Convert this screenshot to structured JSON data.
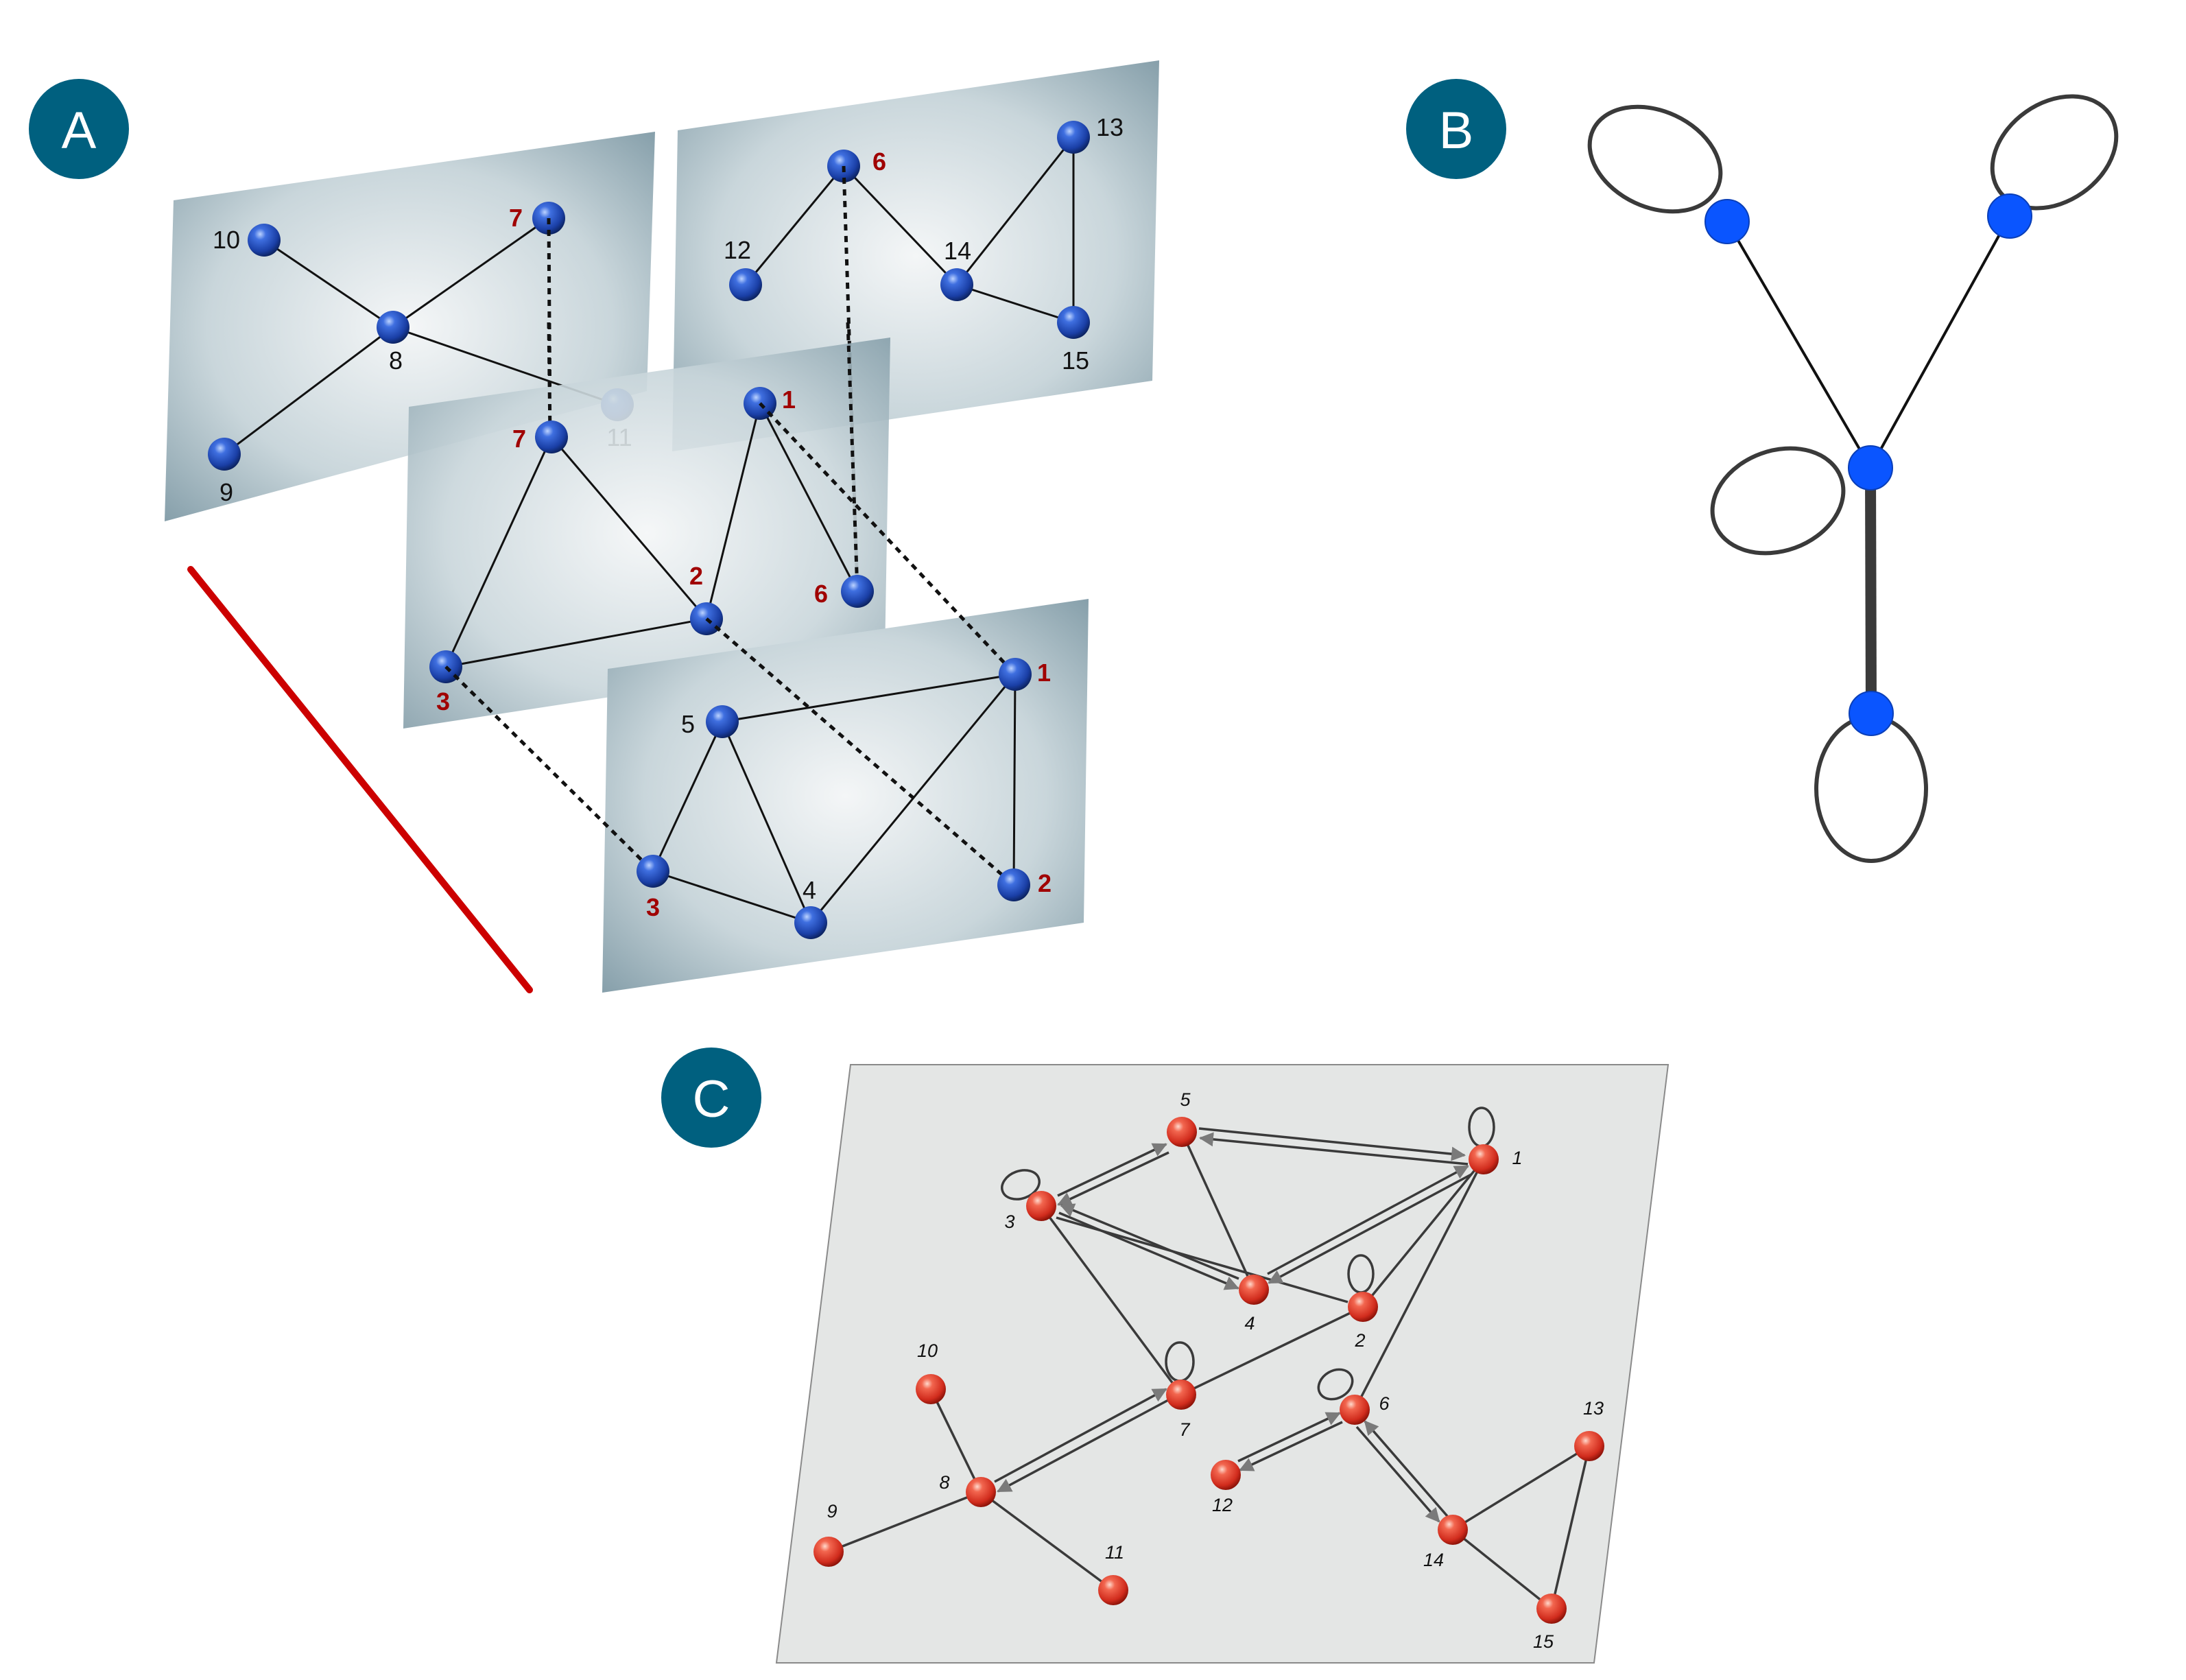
{
  "colors": {
    "badge": "#00607f",
    "layer_node": "#1744b8",
    "layer_label_red": "#a00000",
    "red_line": "#cc0000",
    "b_node": "#0a55ff",
    "c_node": "#e23a2a",
    "c_plane": "#e4e6e5"
  },
  "panels": {
    "a": {
      "badge": "A"
    },
    "b": {
      "badge": "B"
    },
    "c": {
      "badge": "C"
    }
  },
  "panel_a": {
    "layers": [
      {
        "name": "layer-top-left",
        "nodes": [
          {
            "id": "10",
            "label": "10",
            "shared": false
          },
          {
            "id": "7",
            "label": "7",
            "shared": true
          },
          {
            "id": "8",
            "label": "8",
            "shared": false
          },
          {
            "id": "11",
            "label": "11",
            "shared": false
          },
          {
            "id": "9",
            "label": "9",
            "shared": false
          }
        ],
        "edges": [
          [
            "10",
            "8"
          ],
          [
            "8",
            "7"
          ],
          [
            "8",
            "11"
          ],
          [
            "8",
            "9"
          ]
        ]
      },
      {
        "name": "layer-top-right",
        "nodes": [
          {
            "id": "6",
            "label": "6",
            "shared": true
          },
          {
            "id": "13",
            "label": "13",
            "shared": false
          },
          {
            "id": "12",
            "label": "12",
            "shared": false
          },
          {
            "id": "14",
            "label": "14",
            "shared": false
          },
          {
            "id": "15",
            "label": "15",
            "shared": false
          }
        ],
        "edges": [
          [
            "6",
            "12"
          ],
          [
            "6",
            "14"
          ],
          [
            "13",
            "14"
          ],
          [
            "13",
            "15"
          ],
          [
            "14",
            "15"
          ]
        ]
      },
      {
        "name": "layer-middle",
        "nodes": [
          {
            "id": "1",
            "label": "1",
            "shared": true
          },
          {
            "id": "7",
            "label": "7",
            "shared": true
          },
          {
            "id": "2",
            "label": "2",
            "shared": true
          },
          {
            "id": "6",
            "label": "6",
            "shared": true
          },
          {
            "id": "3",
            "label": "3",
            "shared": true
          }
        ],
        "edges": [
          [
            "7",
            "3"
          ],
          [
            "7",
            "2"
          ],
          [
            "3",
            "2"
          ],
          [
            "2",
            "1"
          ],
          [
            "1",
            "6"
          ]
        ]
      },
      {
        "name": "layer-bottom",
        "nodes": [
          {
            "id": "5",
            "label": "5",
            "shared": false
          },
          {
            "id": "1",
            "label": "1",
            "shared": true
          },
          {
            "id": "3",
            "label": "3",
            "shared": true
          },
          {
            "id": "4",
            "label": "4",
            "shared": false
          },
          {
            "id": "2",
            "label": "2",
            "shared": true
          }
        ],
        "edges": [
          [
            "5",
            "1"
          ],
          [
            "5",
            "3"
          ],
          [
            "5",
            "4"
          ],
          [
            "3",
            "4"
          ],
          [
            "4",
            "1"
          ],
          [
            "1",
            "2"
          ]
        ]
      }
    ],
    "interlayer_links": [
      {
        "from": "7",
        "to": "7"
      },
      {
        "from": "6",
        "to": "6"
      },
      {
        "from": "1",
        "to": "1"
      },
      {
        "from": "2",
        "to": "2"
      },
      {
        "from": "3",
        "to": "3"
      }
    ]
  },
  "panel_b": {
    "nodes": [
      "top-left",
      "top-right",
      "center",
      "bottom"
    ],
    "edges": [
      [
        "top-left",
        "center"
      ],
      [
        "top-right",
        "center"
      ],
      [
        "center",
        "bottom"
      ]
    ],
    "self_loops": [
      "top-left",
      "top-right",
      "center",
      "bottom"
    ]
  },
  "panel_c": {
    "nodes": [
      {
        "id": "1",
        "label": "1"
      },
      {
        "id": "2",
        "label": "2"
      },
      {
        "id": "3",
        "label": "3"
      },
      {
        "id": "4",
        "label": "4"
      },
      {
        "id": "5",
        "label": "5"
      },
      {
        "id": "6",
        "label": "6"
      },
      {
        "id": "7",
        "label": "7"
      },
      {
        "id": "8",
        "label": "8"
      },
      {
        "id": "9",
        "label": "9"
      },
      {
        "id": "10",
        "label": "10"
      },
      {
        "id": "11",
        "label": "11"
      },
      {
        "id": "12",
        "label": "12"
      },
      {
        "id": "13",
        "label": "13"
      },
      {
        "id": "14",
        "label": "14"
      },
      {
        "id": "15",
        "label": "15"
      }
    ],
    "undirected_edges": [
      [
        "5",
        "4"
      ],
      [
        "3",
        "7"
      ],
      [
        "7",
        "2"
      ],
      [
        "1",
        "6"
      ],
      [
        "1",
        "2"
      ],
      [
        "8",
        "10"
      ],
      [
        "8",
        "9"
      ],
      [
        "8",
        "11"
      ],
      [
        "14",
        "13"
      ],
      [
        "13",
        "15"
      ],
      [
        "14",
        "15"
      ]
    ],
    "bidirectional_edges": [
      [
        "5",
        "1"
      ],
      [
        "3",
        "5"
      ],
      [
        "3",
        "4"
      ],
      [
        "1",
        "4"
      ],
      [
        "7",
        "8"
      ],
      [
        "6",
        "12"
      ],
      [
        "6",
        "14"
      ]
    ],
    "self_loops": [
      "1",
      "3",
      "2",
      "7",
      "6"
    ]
  }
}
